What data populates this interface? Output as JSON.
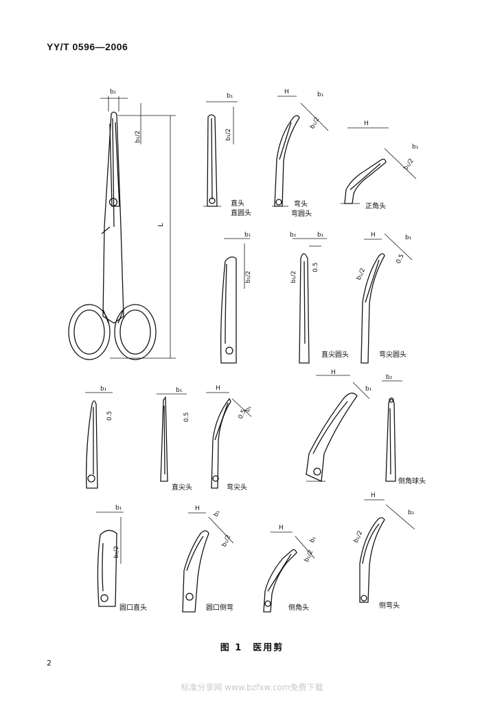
{
  "header": {
    "standard": "YY/T 0596—2006"
  },
  "figure": {
    "caption": "图 1　医用剪",
    "dims": {
      "L": "L",
      "b1": "b₁",
      "b1half": "b₁/2",
      "b2": "b₂",
      "H": "H",
      "p05": "0.5"
    },
    "labels": {
      "blunt1": "直头",
      "blunt2": "直圆头",
      "curved1": "弯头",
      "curved2": "弯圆头",
      "rightangle": "正角头",
      "straight_sharp_round": "直尖圆头",
      "curved_sharp_round": "弯尖圆头",
      "straight_sharp": "直尖头",
      "curved_sharp": "弯尖头",
      "side_ball": "侧角球头",
      "round_straight": "圆口直头",
      "round_curved": "圆口侧弯",
      "side_angle": "侧角头",
      "side_curved": "侧弯头"
    }
  },
  "page_number": "2",
  "watermark": "标准分享网 www.bzfxw.com免费下载"
}
